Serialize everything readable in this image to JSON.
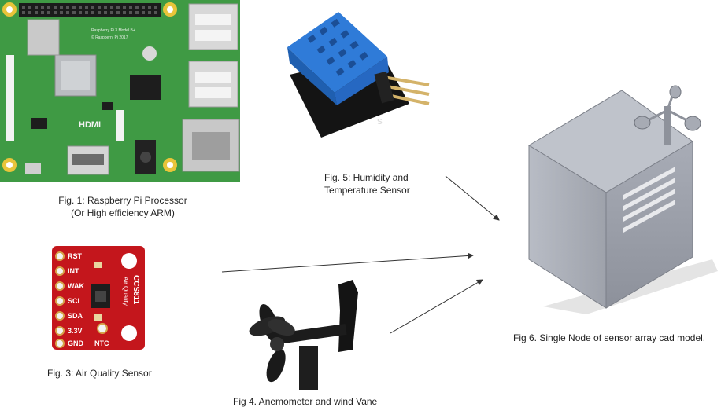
{
  "captions": {
    "fig1": "Fig. 1: Raspberry Pi Processor (Or High efficiency ARM)",
    "fig5": "Fig. 5: Humidity and Temperature Sensor",
    "fig3": "Fig. 3: Air Quality Sensor",
    "fig4": "Fig 4. Anemometer and wind Vane",
    "fig6": "Fig 6. Single Node of sensor array cad model."
  },
  "rpi": {
    "hdmi": "HDMI",
    "model": "Raspberry Pi 3 Model B+",
    "copyright": "© Raspberry Pi 2017"
  },
  "ccs811": {
    "pins": [
      "RST",
      "INT",
      "WAK",
      "SCL",
      "SDA",
      "3.3V",
      "GND"
    ],
    "chip": "CCS811",
    "sub": "Air Quality",
    "ntc": "NTC"
  },
  "dht": {
    "pin": "S"
  },
  "colors": {
    "pcb_green": "#3f9a44",
    "ccs_red": "#c4161c",
    "dht_blue": "#2f7bd8",
    "cad_gray": "#9fa3ad",
    "arrow": "#333333"
  }
}
